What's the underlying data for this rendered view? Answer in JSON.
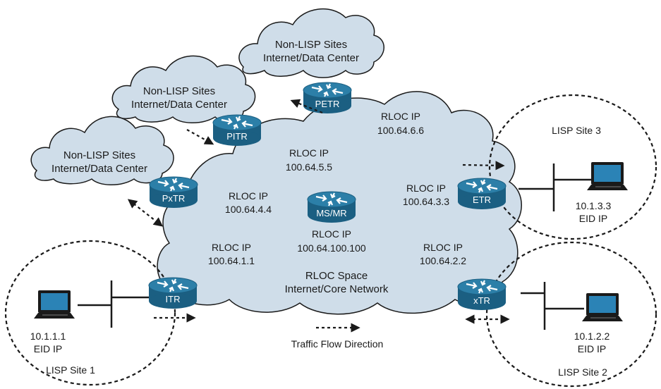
{
  "core_cloud": {
    "line1": "RLOC Space",
    "line2": "Internet/Core Network"
  },
  "non_lisp_clouds": [
    {
      "line1": "Non-LISP Sites",
      "line2": "Internet/Data Center"
    },
    {
      "line1": "Non-LISP Sites",
      "line2": "Internet/Data Center"
    },
    {
      "line1": "Non-LISP Sites",
      "line2": "Internet/Data Center"
    }
  ],
  "routers": {
    "petr": {
      "label": "PETR",
      "rloc_label": "RLOC IP",
      "rloc_ip": "100.64.6.6"
    },
    "pitr": {
      "label": "PITR",
      "rloc_label": "RLOC IP",
      "rloc_ip": "100.64.5.5"
    },
    "pxtr": {
      "label": "PxTR",
      "rloc_label": "RLOC IP",
      "rloc_ip": "100.64.4.4"
    },
    "msmr": {
      "label": "MS/MR",
      "rloc_label": "RLOC IP",
      "rloc_ip": "100.64.100.100"
    },
    "etr": {
      "label": "ETR",
      "rloc_label": "RLOC IP",
      "rloc_ip": "100.64.3.3"
    },
    "itr": {
      "label": "ITR",
      "rloc_label": "RLOC IP",
      "rloc_ip": "100.64.1.1"
    },
    "xtr": {
      "label": "xTR",
      "rloc_label": "RLOC IP",
      "rloc_ip": "100.64.2.2"
    }
  },
  "sites": {
    "site1": {
      "name": "LISP Site 1",
      "eid": "10.1.1.1",
      "eid_label": "EID IP"
    },
    "site2": {
      "name": "LISP Site 2",
      "eid": "10.1.2.2",
      "eid_label": "EID IP"
    },
    "site3": {
      "name": "LISP Site 3",
      "eid": "10.1.3.3",
      "eid_label": "EID IP"
    }
  },
  "legend": {
    "label": "Traffic Flow Direction"
  },
  "colors": {
    "cloud": "#cfdde9",
    "router_top": "#2c7fa8",
    "router_side": "#1b5f82",
    "laptop_screen": "#2b83b6"
  },
  "icons": {
    "router": "router-icon",
    "laptop": "laptop-icon"
  }
}
